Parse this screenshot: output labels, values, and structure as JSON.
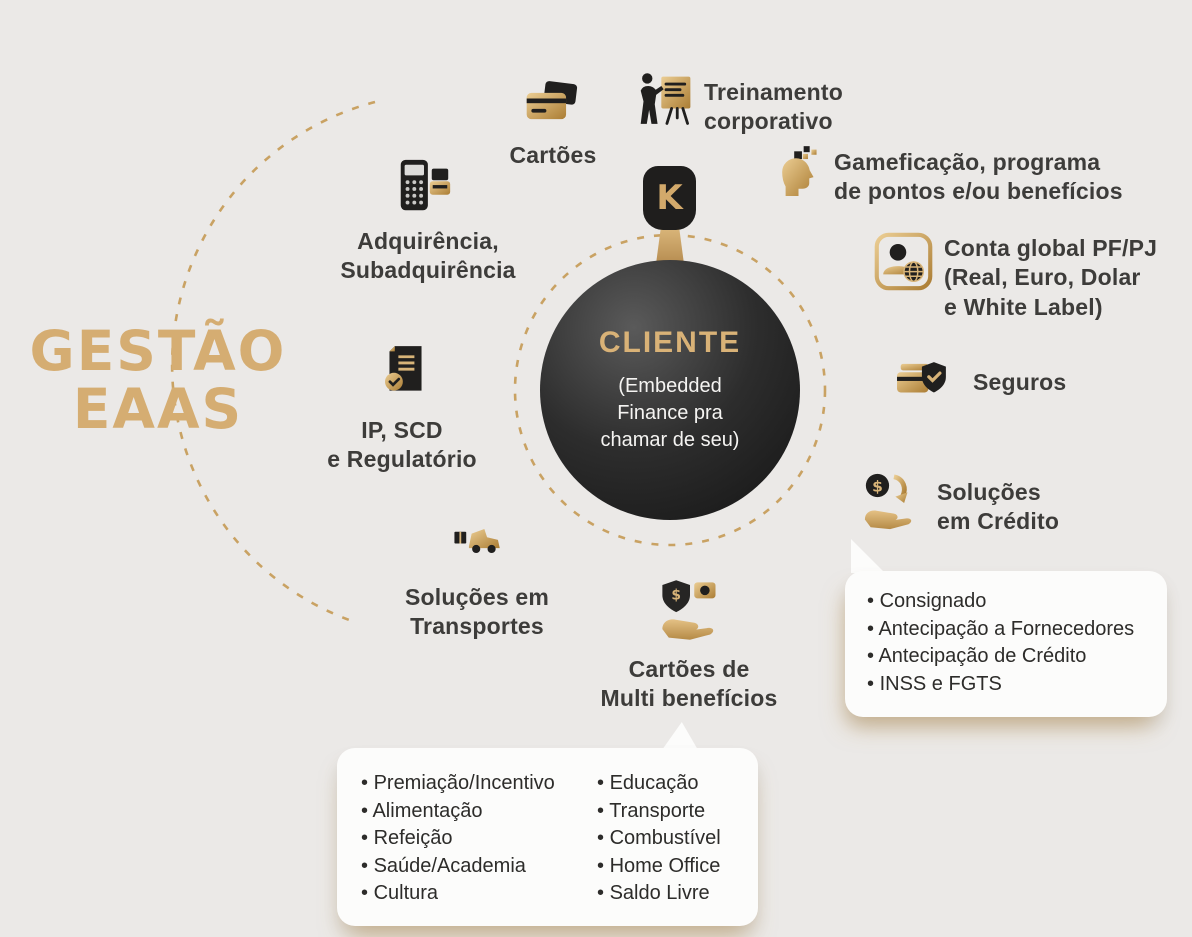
{
  "colors": {
    "background": "#ebe9e7",
    "gold": "#d2a96b",
    "dark": "#1f1e1d",
    "text": "#3d3c3a"
  },
  "title": {
    "line1": "GESTÃO",
    "line2": "EAAS"
  },
  "center": {
    "logo_letter": "K",
    "title": "CLIENTE",
    "subtitle_line1": "(Embedded",
    "subtitle_line2": "Finance pra",
    "subtitle_line3": "chamar de seu)"
  },
  "icons": {
    "cartoes": "cards-icon",
    "treinamento": "presenter-icon",
    "gameficacao": "gamification-head-icon",
    "adquirencia": "pos-terminal-icon",
    "conta_global": "account-globe-icon",
    "seguros": "shield-check-icon",
    "ip_scd": "document-check-icon",
    "credito": "hand-coin-icon",
    "transportes": "truck-icon",
    "multibeneficios": "hand-shield-icon"
  },
  "services": {
    "cartoes": {
      "label": "Cartões"
    },
    "treinamento": {
      "line1": "Treinamento",
      "line2": "corporativo"
    },
    "gameficacao": {
      "line1": "Gameficação, programa",
      "line2": "de pontos e/ou benefícios"
    },
    "adquirencia": {
      "line1": "Adquirência,",
      "line2": "Subadquirência"
    },
    "conta_global": {
      "line1": "Conta global PF/PJ",
      "line2": "(Real, Euro, Dolar",
      "line3": "e White Label)"
    },
    "seguros": {
      "label": "Seguros"
    },
    "ip_scd": {
      "line1": "IP, SCD",
      "line2": "e Regulatório"
    },
    "credito": {
      "line1": "Soluções",
      "line2": "em Crédito"
    },
    "transportes": {
      "line1": "Soluções em",
      "line2": "Transportes"
    },
    "multibeneficios": {
      "line1": "Cartões de",
      "line2": "Multi benefícios"
    }
  },
  "credit_details": {
    "items": [
      "Consignado",
      "Antecipação a Fornecedores",
      "Antecipação de Crédito",
      "INSS e FGTS"
    ]
  },
  "benefit_details": {
    "column1": [
      "Premiação/Incentivo",
      "Alimentação",
      "Refeição",
      "Saúde/Academia",
      "Cultura"
    ],
    "column2": [
      "Educação",
      "Transporte",
      "Combustível",
      "Home Office",
      "Saldo Livre"
    ]
  }
}
